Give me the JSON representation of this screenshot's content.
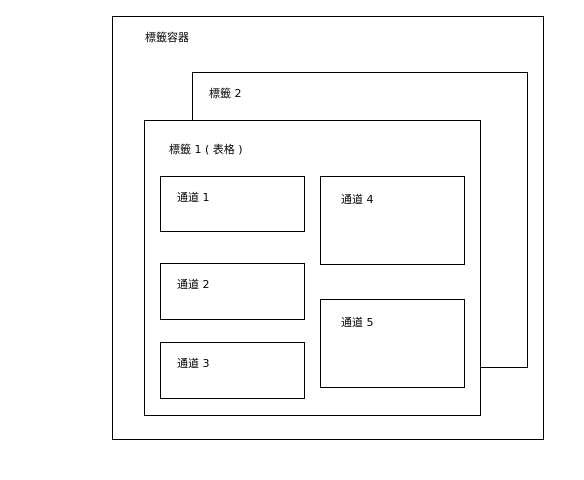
{
  "tab_container": {
    "label": "標籤容器"
  },
  "tab_2": {
    "label": "標籤 2"
  },
  "tab_1": {
    "label": "標籤 1 ( 表格 )"
  },
  "channels": [
    {
      "label": "通道 1"
    },
    {
      "label": "通道 2"
    },
    {
      "label": "通道 3"
    },
    {
      "label": "通道 4"
    },
    {
      "label": "通道 5"
    }
  ]
}
